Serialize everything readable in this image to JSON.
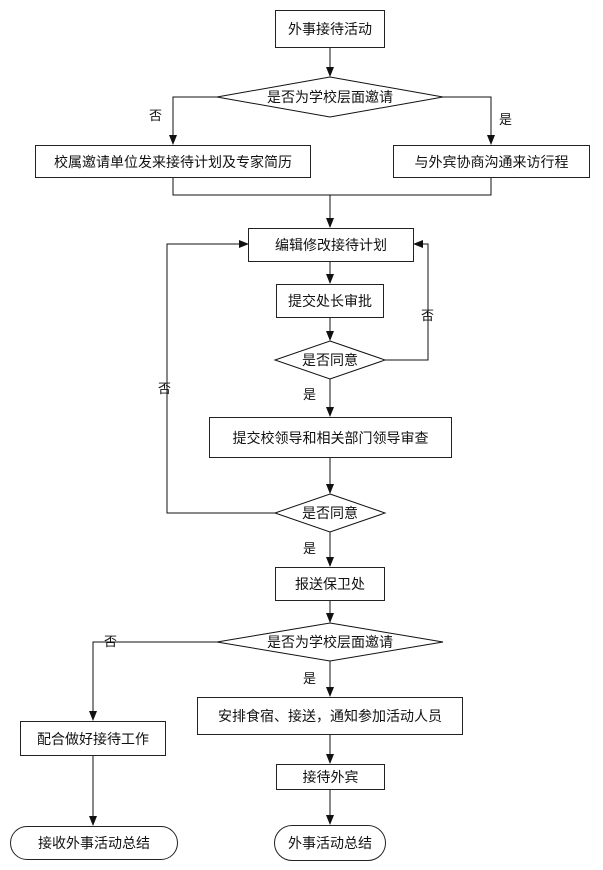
{
  "nodes": {
    "start": "外事接待活动",
    "decision_school_1": "是否为学校层面邀请",
    "affiliated_unit_plan": "校属邀请单位发来接待计划及专家简历",
    "negotiate_itinerary": "与外宾协商沟通来访行程",
    "edit_plan": "编辑修改接待计划",
    "submit_director": "提交处长审批",
    "decision_agree_1": "是否同意",
    "submit_leaders": "提交校领导和相关部门领导审查",
    "decision_agree_2": "是否同意",
    "report_security": "报送保卫处",
    "decision_school_2": "是否为学校层面邀请",
    "arrange_lodging": "安排食宿、接送，通知参加活动人员",
    "cooperate_reception": "配合做好接待工作",
    "receive_guests": "接待外宾",
    "end_receive_summary": "接收外事活动总结",
    "end_summary": "外事活动总结"
  },
  "edge_labels": {
    "no_1": "否",
    "yes_1": "是",
    "no_loop_1": "否",
    "yes_2": "是",
    "no_loop_2": "否",
    "yes_3": "是",
    "no_3": "否",
    "yes_4": "是"
  }
}
